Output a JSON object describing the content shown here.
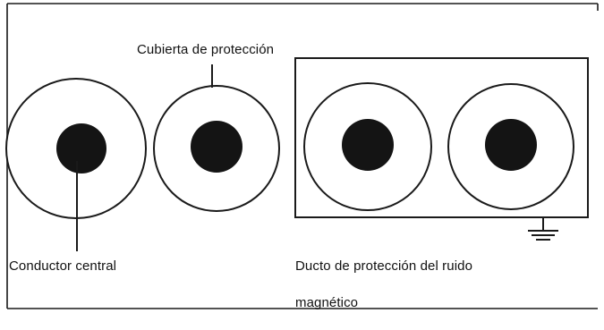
{
  "labels": {
    "sheath": "Cubierta de protección",
    "conductor": "Conductor central",
    "duct_line1": "Ducto de protección del ruido",
    "duct_line2": "magnético"
  },
  "colors": {
    "line": "#1a1a1a",
    "core": "#141414",
    "background": "#ffffff"
  }
}
